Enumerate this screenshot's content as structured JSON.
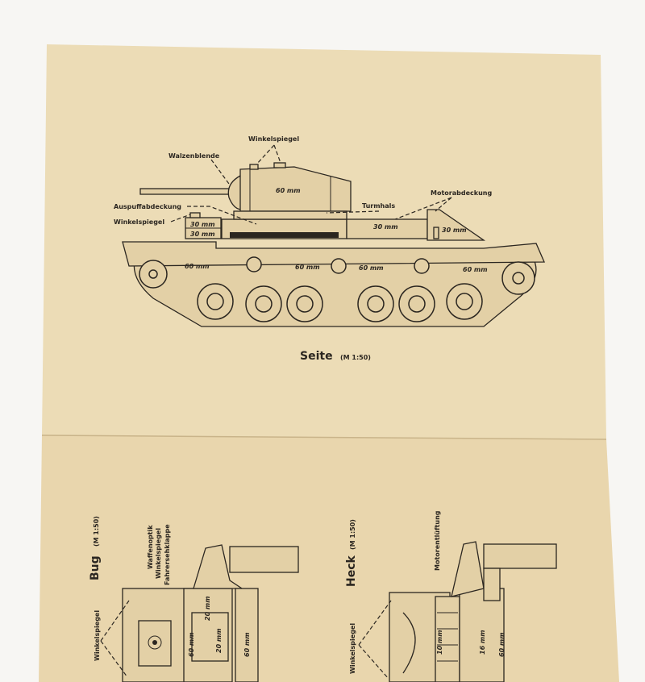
{
  "colors": {
    "paper_top": "#ecdcb6",
    "paper_bottom": "#e9d6ad",
    "ink": "#2b2620",
    "background": "#f7f6f3"
  },
  "side_view": {
    "title": "Seite",
    "scale": "(M 1:50)",
    "labels": {
      "winkelspiegel_turret": "Winkelspiegel",
      "walzenblende": "Walzenblende",
      "auspuffabdeckung": "Auspuffabdeckung",
      "winkelspiegel_hull": "Winkelspiegel",
      "turmhals": "Turmhals",
      "motorabdeckung": "Motorabdeckung"
    },
    "thickness": {
      "turret": "60 mm",
      "front_upper": "30 mm",
      "front_lower": "30 mm",
      "rear_deck": "30 mm",
      "engine_cover": "30 mm",
      "side_1": "60 mm",
      "side_2": "60 mm",
      "side_3": "60 mm",
      "side_4": "60 mm"
    }
  },
  "bow_view": {
    "title": "Bug",
    "scale": "(M 1:50)",
    "labels": {
      "waffenoptik": "Waffenoptik",
      "winkelspiegel_1": "Winkelspiegel",
      "fahrersehklappe": "Fahrersehklappe",
      "winkelspiegel_2": "Winkelspiegel"
    },
    "thickness": {
      "a": "60 mm",
      "b": "20 mm",
      "c": "20 mm",
      "d": "60 mm"
    }
  },
  "stern_view": {
    "title": "Heck",
    "scale": "(M 1:50)",
    "labels": {
      "motorentlueftung": "Motorentlüftung",
      "winkelspiegel": "Winkelspiegel"
    },
    "thickness": {
      "a": "10 mm",
      "b": "16 mm",
      "c": "60 mm"
    }
  }
}
